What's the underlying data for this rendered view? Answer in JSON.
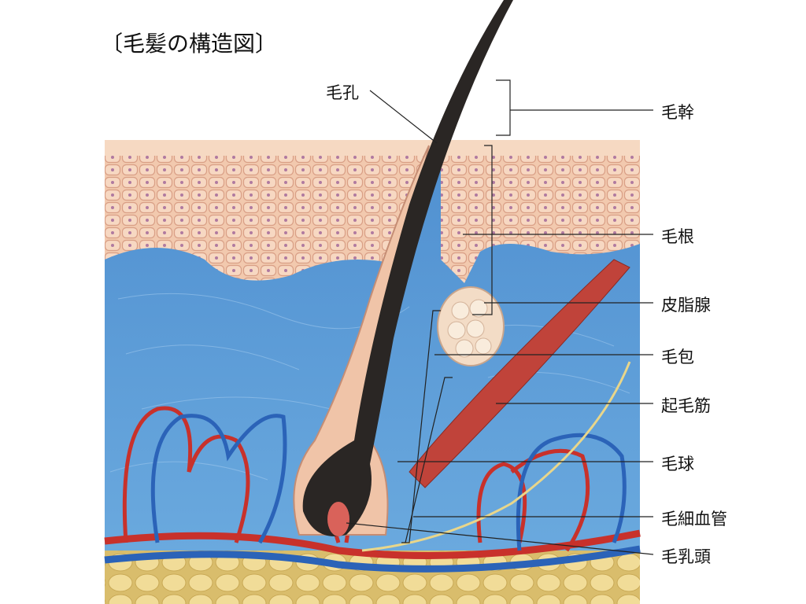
{
  "title": "〔毛髪の構造図〕",
  "labels": {
    "pore": "毛孔",
    "shaft": "毛幹",
    "root": "毛根",
    "sebaceous_gland": "皮脂腺",
    "follicle": "毛包",
    "arrector_pili": "起毛筋",
    "bulb": "毛球",
    "capillaries": "毛細血管",
    "papilla": "毛乳頭"
  },
  "colors": {
    "epidermis": "#efc3a6",
    "dermis": "#5f9fd8",
    "fat": "#ecd58e",
    "hair": "#2a2624",
    "artery": "#c8312b",
    "vein": "#2b63b8",
    "muscle": "#c0433a"
  }
}
